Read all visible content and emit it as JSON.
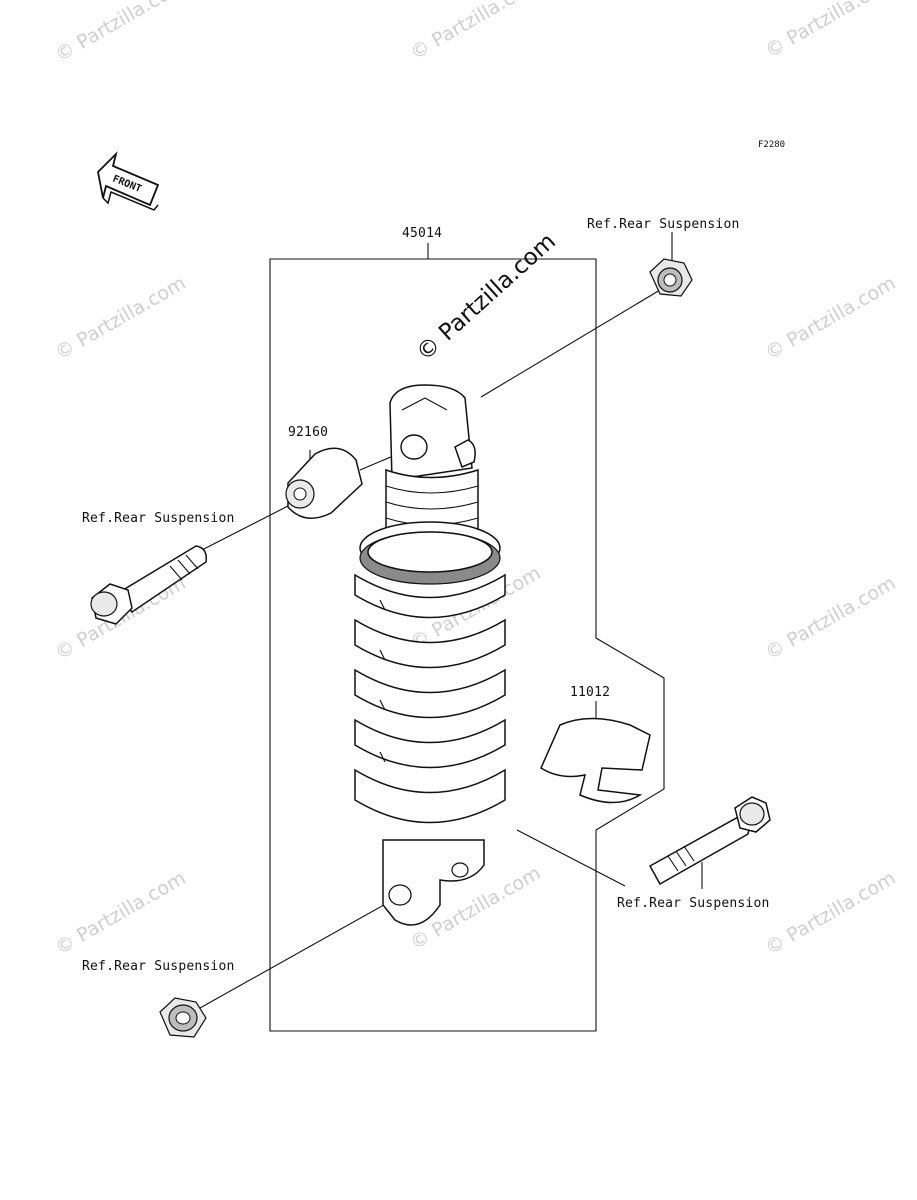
{
  "diagram_code": "F2280",
  "front_arrow": {
    "label": "FRONT",
    "icon": "front-arrow-icon"
  },
  "watermark": "© Partzilla.com",
  "parts": [
    {
      "number": "45014"
    },
    {
      "number": "92160"
    },
    {
      "number": "11012"
    }
  ],
  "refs": {
    "top_right": "Ref.Rear Suspension",
    "left_bolt": "Ref.Rear Suspension",
    "bottom_left": "Ref.Rear Suspension",
    "right_bolt": "Ref.Rear Suspension"
  }
}
